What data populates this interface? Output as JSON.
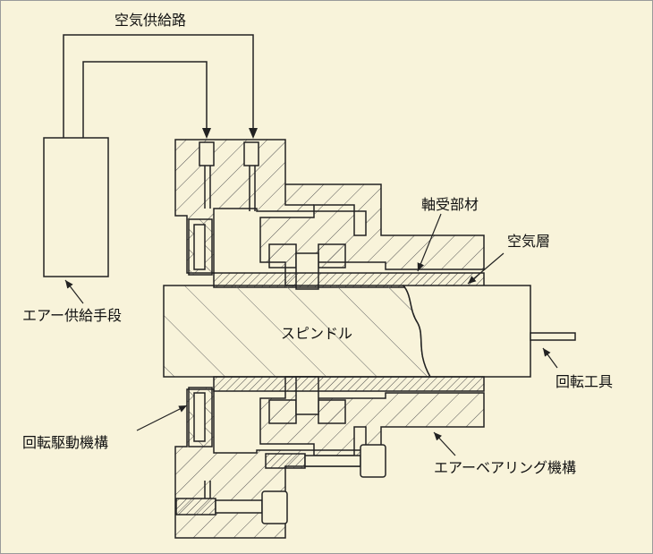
{
  "labels": {
    "air_supply_path": "空気供給路",
    "bearing_member": "軸受部材",
    "air_layer": "空気層",
    "air_supply_means": "エアー供給手段",
    "spindle": "スピンドル",
    "rotary_tool": "回転工具",
    "rotation_drive": "回転駆動機構",
    "air_bearing": "エアーベアリング機構"
  },
  "colors": {
    "background": "#f8f3da",
    "line": "#222222",
    "hatch": "#555555",
    "text": "#111111"
  }
}
